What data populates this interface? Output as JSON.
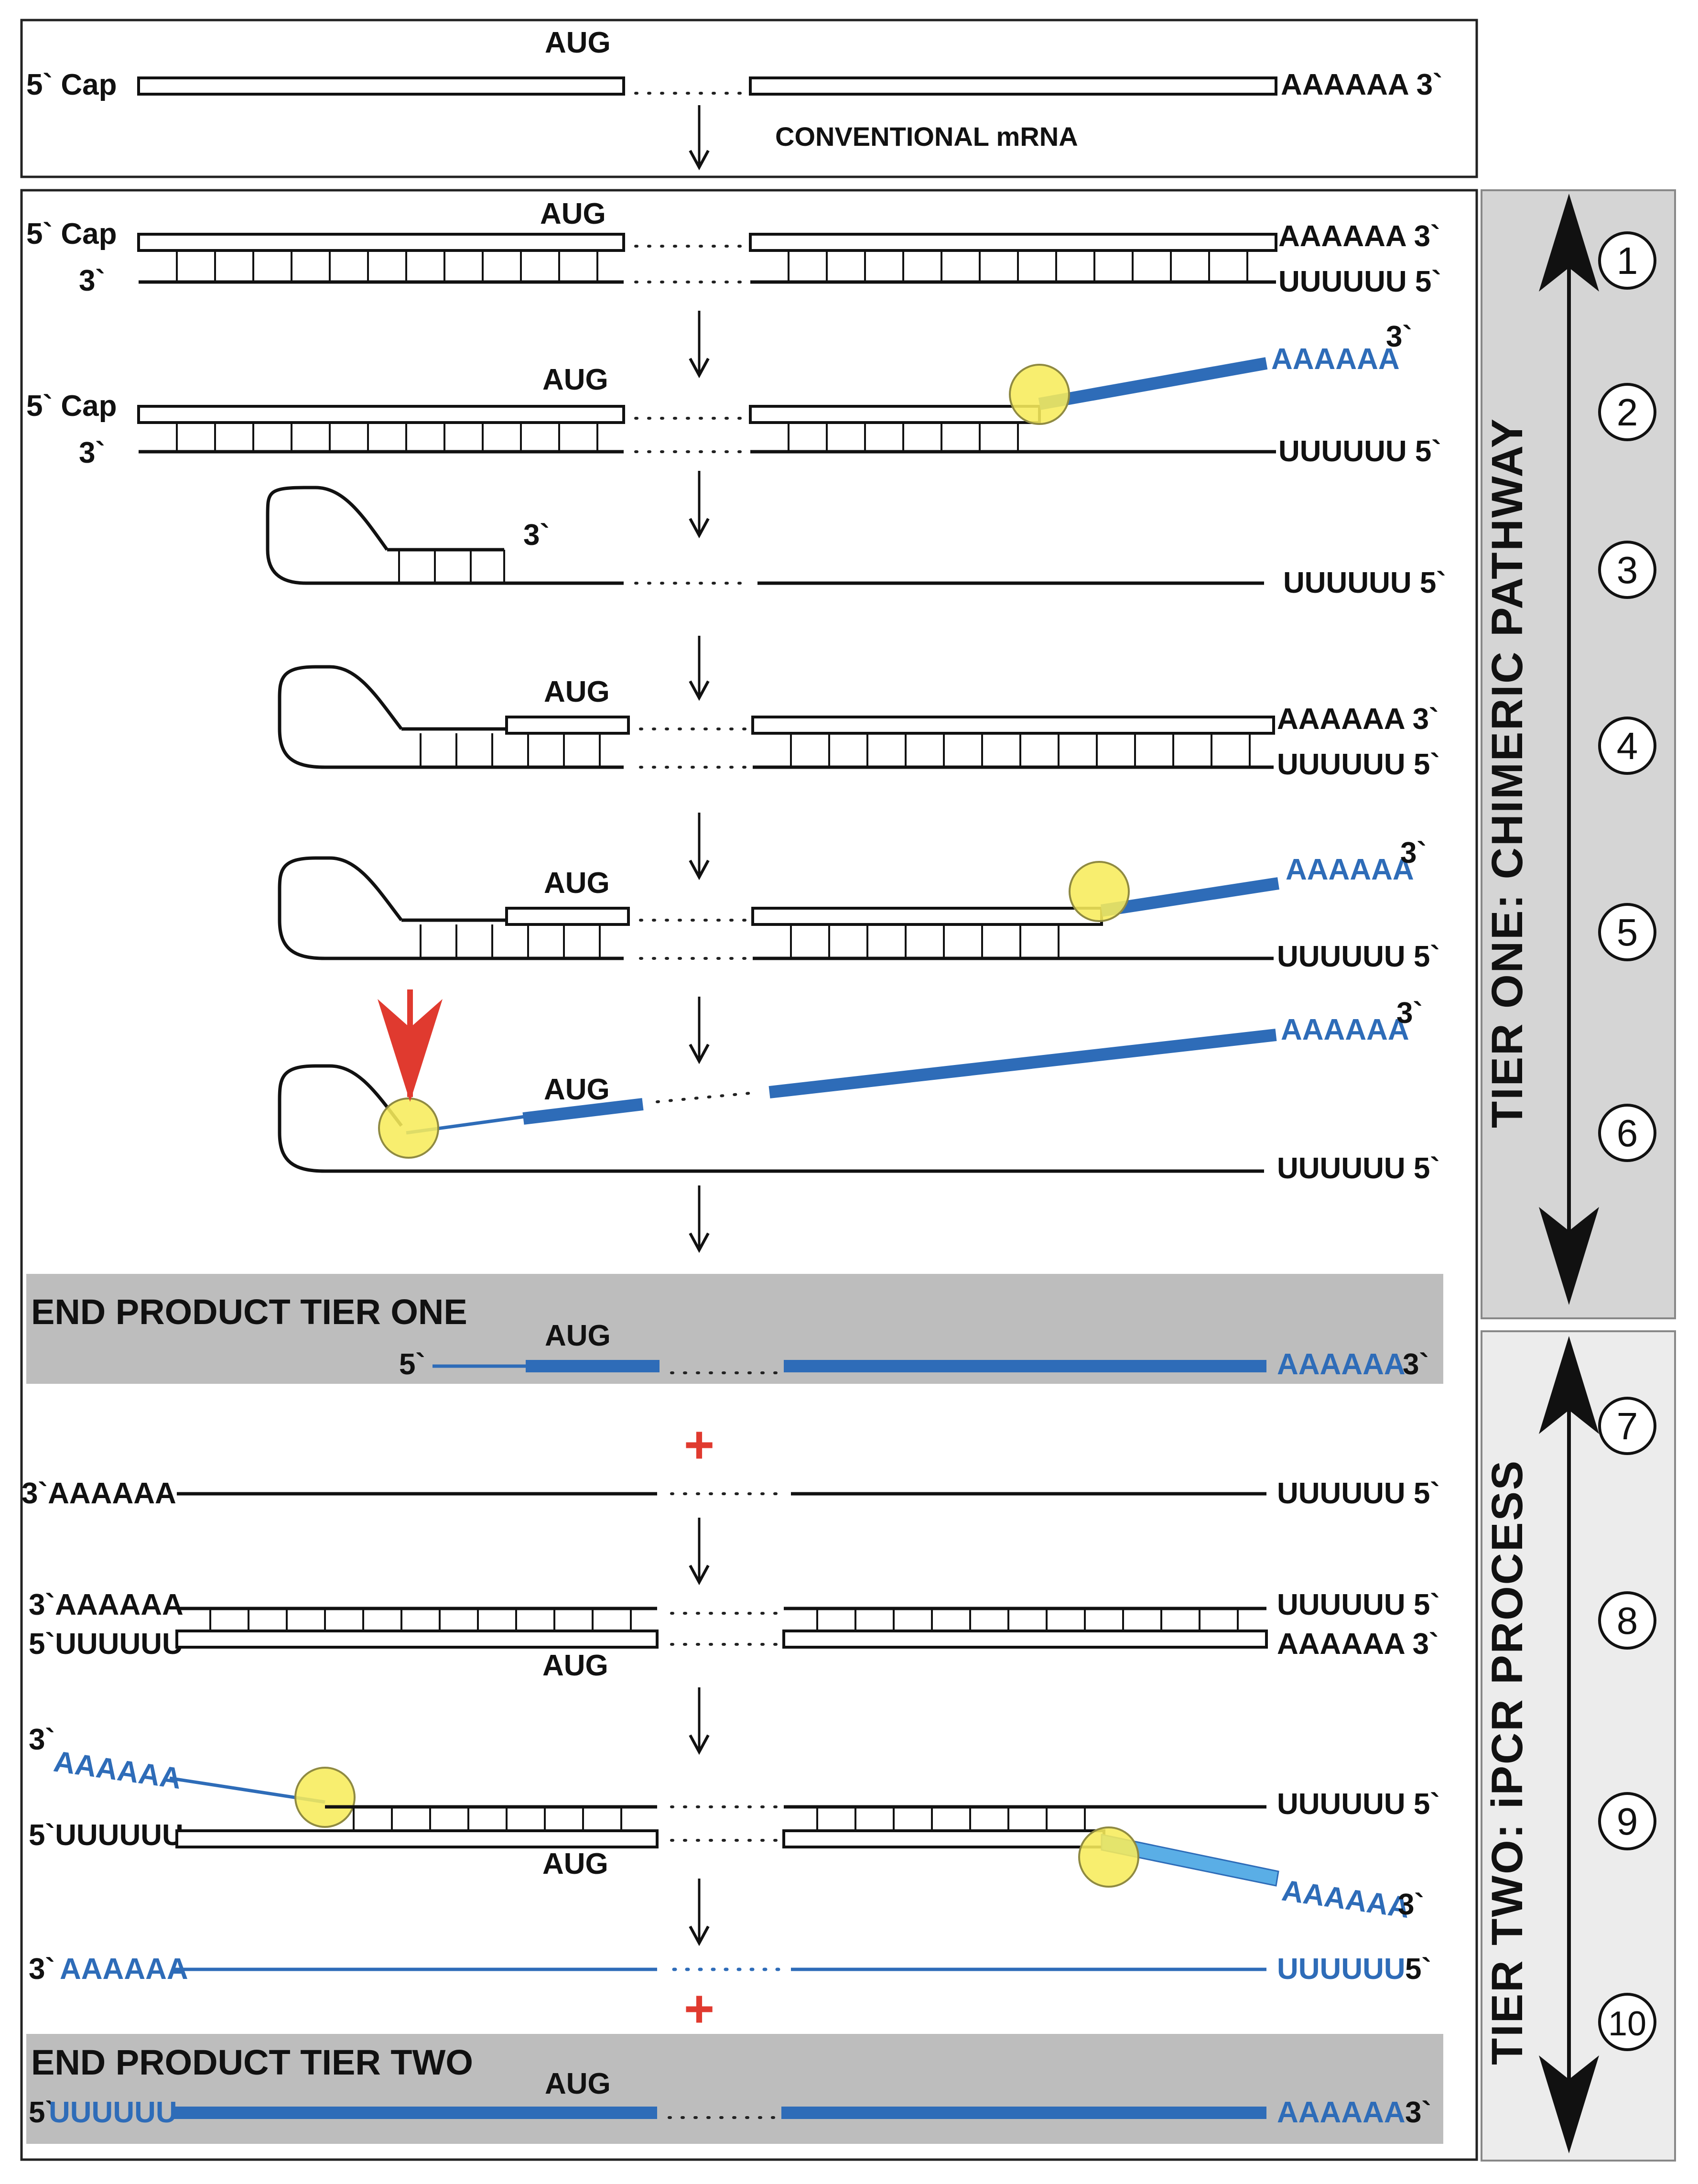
{
  "labels": {
    "aug": "AUG",
    "cap5": "5` Cap",
    "polyA3": "AAAAAA 3`",
    "polyA3_spaced": "AAAAAA  3`",
    "polyU5": "UUUUUU  5`",
    "polyA_blue": "AAAAAA",
    "prime3": "3`",
    "prime5": "5`",
    "conventional": "CONVENTIONAL mRNA",
    "end_tier_one": "END PRODUCT TIER ONE",
    "end_tier_two": "END PRODUCT TIER TWO",
    "left_3_polyA": "3`AAAAAA",
    "left_5_polyU": "5`UUUUUU",
    "blue_polyU": "UUUUUU",
    "plus": "+"
  },
  "tiers": [
    {
      "title": "TIER ONE: CHIMERIC PATHWAY",
      "steps": [
        "1",
        "2",
        "3",
        "4",
        "5",
        "6"
      ]
    },
    {
      "title": "TIER TWO: iPCR PROCESS",
      "steps": [
        "7",
        "8",
        "9",
        "10"
      ]
    }
  ],
  "colors": {
    "rna_blue": "#2e6cb8",
    "polymerase_yellow": "#f7ec5b",
    "cleavage_red": "#e03a2f",
    "panel_gray": "#d5d5d5",
    "band_gray": "#bdbdbd"
  }
}
